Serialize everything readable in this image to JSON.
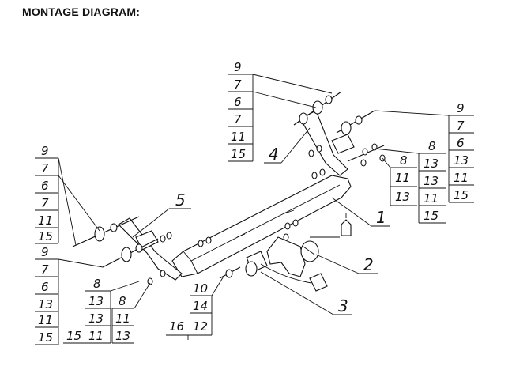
{
  "title": "MONTAGE DIAGRAM:",
  "parts": [
    "1",
    "2",
    "3",
    "4",
    "5"
  ],
  "groups": {
    "top_left": [
      "9",
      "7",
      "6",
      "7",
      "11",
      "15"
    ],
    "top_center": [
      "9",
      "7",
      "6",
      "7",
      "11",
      "15"
    ],
    "top_right": [
      "9",
      "7",
      "6",
      "13",
      "11",
      "15"
    ],
    "right_mid_a": [
      "8",
      "11",
      "13"
    ],
    "right_mid_b": [
      "13",
      "13",
      "11",
      "15"
    ],
    "left_lower": [
      "9",
      "7",
      "6",
      "13",
      "11",
      "15"
    ],
    "bottom_a": [
      "8",
      "13",
      "13",
      "11"
    ],
    "bottom_b": [
      "8",
      "11",
      "13"
    ],
    "bottom_c": [
      "10",
      "14"
    ],
    "bottom_d": [
      "16",
      "12"
    ],
    "bottom_e": [
      "15"
    ]
  }
}
